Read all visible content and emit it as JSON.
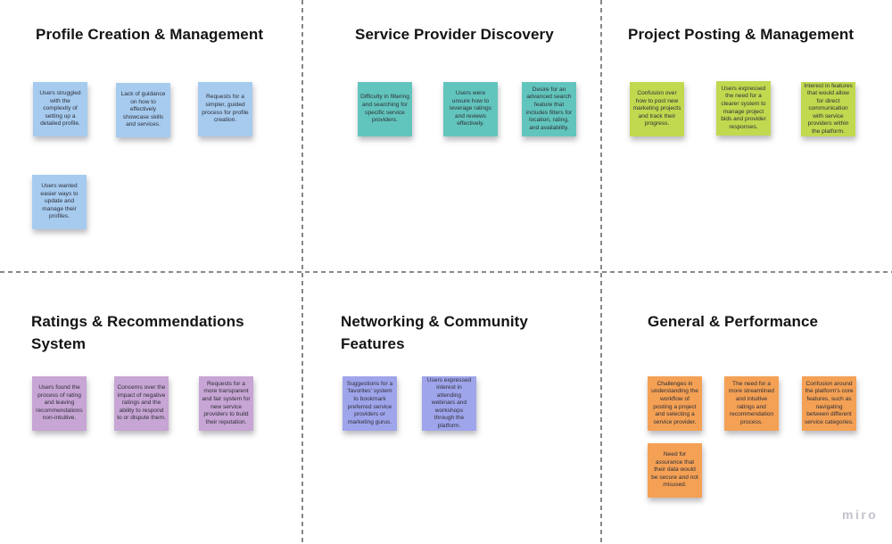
{
  "watermark": "miro",
  "divider_color": "#878787",
  "sections": [
    {
      "title": "Profile Creation & Management",
      "note_color": "#A6CBEF",
      "notes": [
        {
          "text": "Users struggled with the complexity of setting up a detailed profile."
        },
        {
          "text": "Lack of guidance on how to effectively showcase skills and services."
        },
        {
          "text": "Requests for a simpler, guided process for profile creation."
        },
        {
          "text": "Users wanted easier ways to update and manage their profiles."
        }
      ]
    },
    {
      "title": "Service Provider Discovery",
      "note_color": "#62C5BD",
      "notes": [
        {
          "text": "Difficulty in filtering and searching for specific service providers."
        },
        {
          "text": "Users were unsure how to leverage ratings and reviews effectively."
        },
        {
          "text": "Desire for an advanced search feature that includes filters for location, rating, and availability."
        }
      ]
    },
    {
      "title": "Project Posting & Management",
      "note_color": "#C0D94F",
      "notes": [
        {
          "text": "Confusion over how to post new marketing projects and track their progress."
        },
        {
          "text": "Users expressed the need for a clearer system to manage project bids and provider responses."
        },
        {
          "text": "Interest in features that would allow for direct communication with service providers within the platform."
        }
      ]
    },
    {
      "title": "Ratings & Recommendations System",
      "note_color": "#C7A5D4",
      "notes": [
        {
          "text": "Users found the process of rating and leaving recommendations non-intuitive."
        },
        {
          "text": "Concerns over the impact of negative ratings and the ability to respond to or dispute them."
        },
        {
          "text": "Requests for a more transparent and fair system for new service providers to build their reputation."
        }
      ]
    },
    {
      "title": "Networking & Community Features",
      "note_color": "#9FA5EB",
      "notes": [
        {
          "text": "Suggestions for a 'favorites' system to bookmark preferred service providers or marketing gurus."
        },
        {
          "text": "Users expressed interest in attending webinars and workshops through the platform."
        }
      ]
    },
    {
      "title": "General & Performance",
      "note_color": "#F4A155",
      "notes": [
        {
          "text": "Challenges in understanding the workflow of posting a project and selecting a service provider."
        },
        {
          "text": "The need for a more streamlined and intuitive ratings and recommendation process."
        },
        {
          "text": "Confusion around the platform's core features, such as navigating between different service categories."
        },
        {
          "text": "Need for assurance that their data would be secure and not misused."
        }
      ]
    }
  ]
}
